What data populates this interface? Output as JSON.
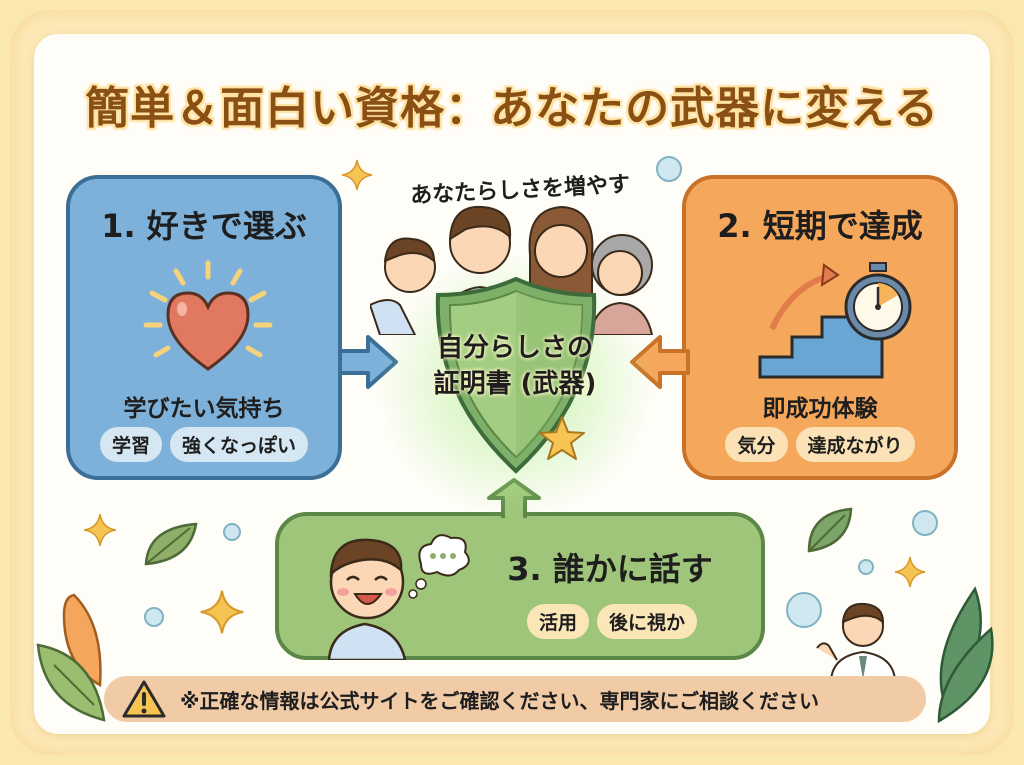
{
  "title": "簡単＆面白い資格：あなたの武器に変える",
  "center": {
    "arc_label": "あなたらしさを増やす",
    "line1": "自分らしさの",
    "line2": "証明書 (武器)",
    "icon": "shield-icon"
  },
  "steps": [
    {
      "label": "1. 好きで選ぶ",
      "subtitle": "学びたい気持ち",
      "tags": [
        "学習",
        "強くなっぽい"
      ],
      "icon": "heart-icon",
      "color": "#7db1d9"
    },
    {
      "label": "2. 短期で達成",
      "subtitle": "即成功体験",
      "tags": [
        "気分",
        "達成ながり"
      ],
      "icon": "stopwatch-stairs-icon",
      "color": "#f5a85b"
    },
    {
      "label": "3. 誰かに話す",
      "tags": [
        "活用",
        "後に視か"
      ],
      "icon": "speaking-person-icon",
      "color": "#9fc57a"
    }
  ],
  "disclaimer": {
    "icon": "warning-icon",
    "text": "※正確な情報は公式サイトをご確認ください、専門家にご相談ください"
  },
  "colors": {
    "title": "#8a4f12",
    "frame": "#fde9b8",
    "banner": "#f1cba6"
  }
}
